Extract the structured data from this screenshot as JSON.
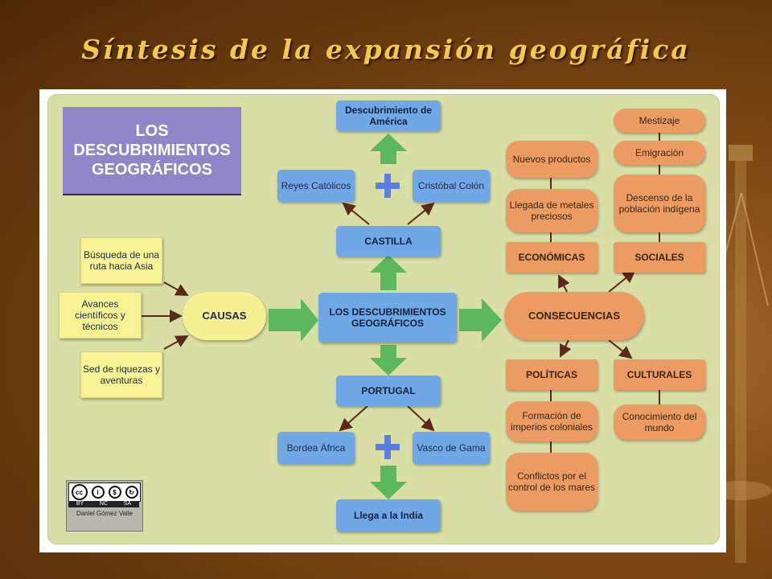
{
  "slide": {
    "title": "Síntesis de la expansión geográfica"
  },
  "diagram": {
    "title": "LOS DESCUBRIMIENTOS GEOGRÁFICOS",
    "center": "LOS DESCUBRIMIENTOS GEOGRÁFICOS",
    "causas": {
      "label": "CAUSAS",
      "items": [
        "Búsqueda de una ruta hacia Asia",
        "Avances científicos y técnicos",
        "Sed de riquezas y aventuras"
      ]
    },
    "castilla": {
      "label": "CASTILLA",
      "left": "Reyes Católicos",
      "right": "Cristóbal Colón",
      "result": "Descubrimiento de América"
    },
    "portugal": {
      "label": "PORTUGAL",
      "left": "Bordea África",
      "right": "Vasco de Gama",
      "result": "Llega a la India"
    },
    "consecuencias": {
      "label": "CONSECUENCIAS",
      "economicas": {
        "label": "ECONÓMICAS",
        "items": [
          "Nuevos productos",
          "Llegada de metales preciosos"
        ]
      },
      "sociales": {
        "label": "SOCIALES",
        "items": [
          "Mestizaje",
          "Emigración",
          "Descenso de la población indígena"
        ]
      },
      "politicas": {
        "label": "POLÍTICAS",
        "items": [
          "Formación de imperios coloniales",
          "Conflictos por el control de los mares"
        ]
      },
      "culturales": {
        "label": "CULTURALES",
        "items": [
          "Conocimiento del mundo"
        ]
      }
    },
    "license": {
      "logo": "cc",
      "labels": [
        "BY",
        "NC",
        "SA"
      ],
      "author": "Daniel Gómez Valle"
    }
  },
  "colors": {
    "blue_box": "#70a7e6",
    "yellow_box": "#f7f394",
    "orange_box": "#ec9c63",
    "green_arrow": "#5cb85c",
    "plus": "#5a7fe0",
    "title_box": "#8f85c8",
    "background": "#d8dea4"
  }
}
